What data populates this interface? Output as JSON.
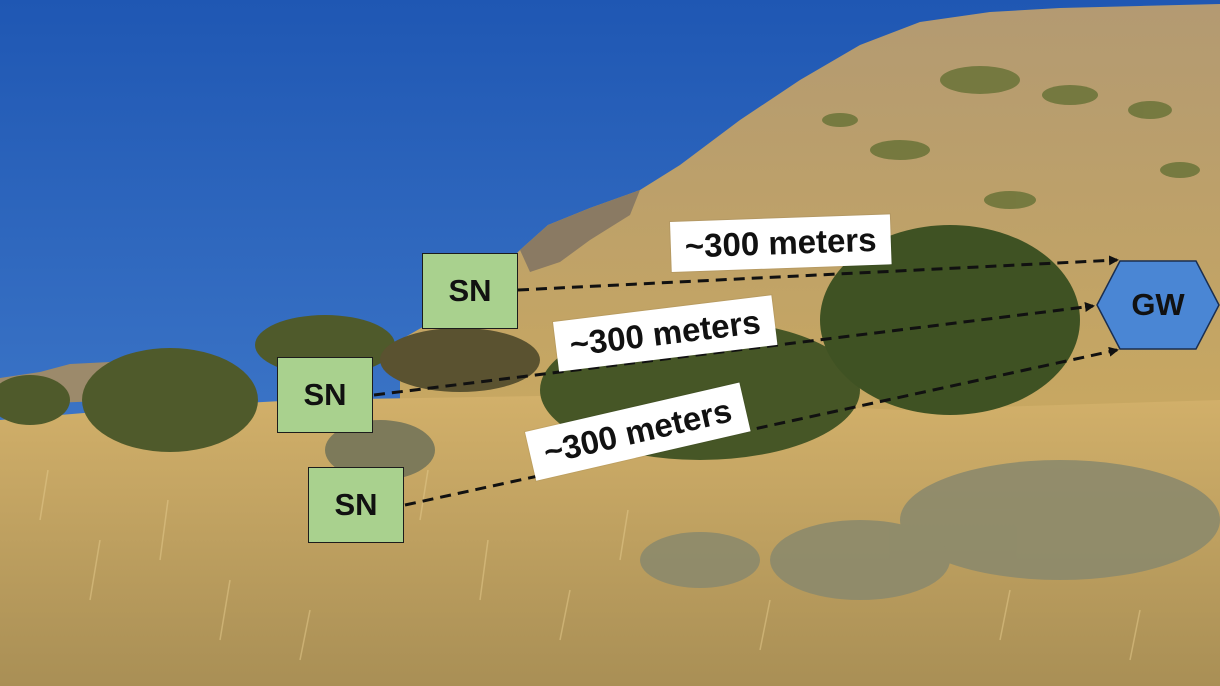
{
  "nodes": {
    "sensor_label": "SN",
    "gateway_label": "GW"
  },
  "links": [
    {
      "distance": "~300 meters"
    },
    {
      "distance": "~300 meters"
    },
    {
      "distance": "~300 meters"
    }
  ],
  "colors": {
    "sensor_fill": "#a9d18e",
    "gateway_fill": "#4a86d4",
    "sky": "#2f63b9",
    "grass": "#c9ad6a",
    "shrub": "#4b5a2a"
  },
  "icons": [
    "arrow-head-icon"
  ]
}
